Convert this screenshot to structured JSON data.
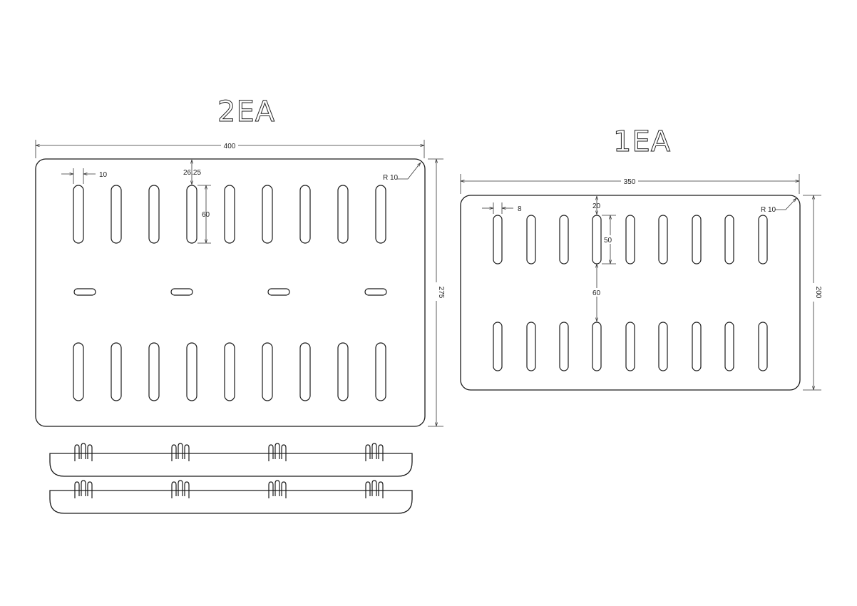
{
  "left_part": {
    "quantity": "2EA",
    "width": "400",
    "height": "275",
    "slot_margin": "10",
    "top_offset": "26.25",
    "slot_length": "60",
    "corner_radius": "R 10"
  },
  "right_part": {
    "quantity": "1EA",
    "width": "350",
    "height": "200",
    "slot_margin": "8",
    "top_offset": "20",
    "slot_length": "50",
    "row_gap": "60",
    "corner_radius": "R 10"
  }
}
